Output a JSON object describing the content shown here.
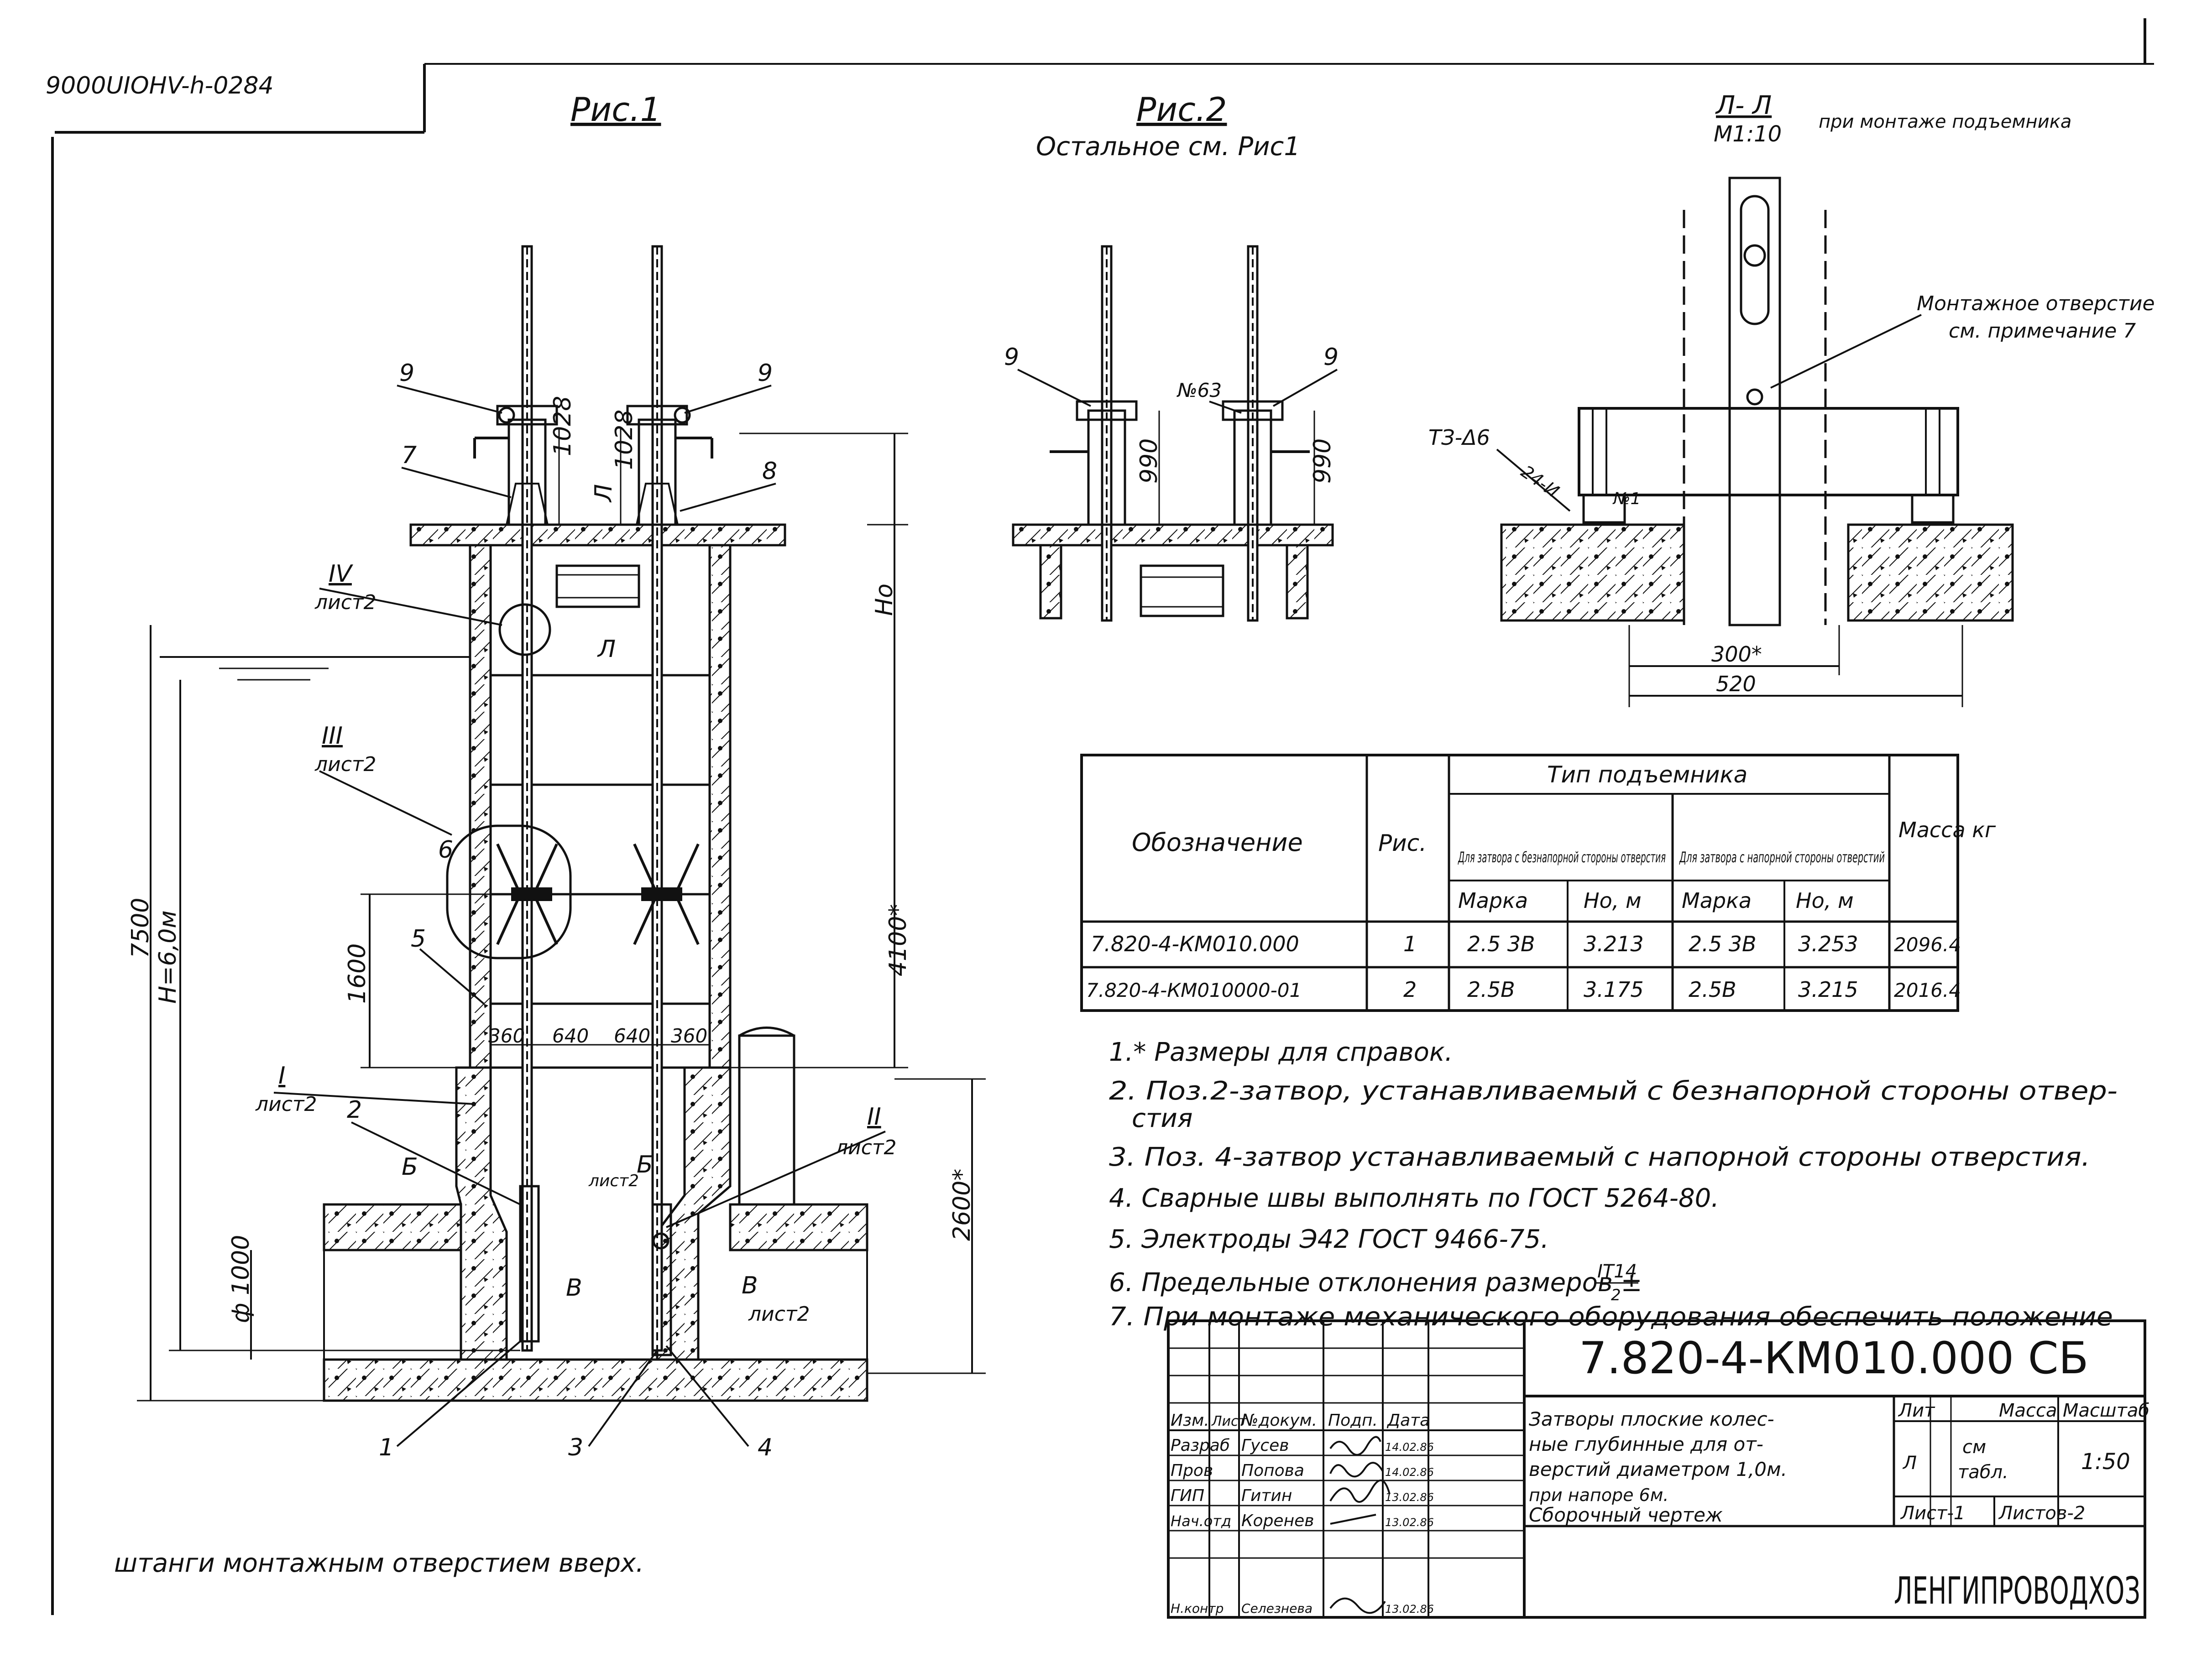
{
  "corner_code": "9000UIOHV-h-0284",
  "views": {
    "fig1": {
      "title": "Рис.1"
    },
    "fig2": {
      "title": "Рис.2",
      "subtitle": "Остальное см. Рис1"
    },
    "section": {
      "title": "Л- Л",
      "scale": "М1:10",
      "note": "при монтаже подъемника",
      "hole_label_1": "Монтажное отверстие",
      "hole_label_2": "см. примечание 7",
      "weld_label": "ТЗ-Δ6",
      "dim_300": "300*",
      "dim_520": "520",
      "weld_small": "24-И",
      "num1": "№1"
    }
  },
  "fig1_labels": {
    "pos9_left": "9",
    "pos9_right": "9",
    "pos7": "7",
    "pos8": "8",
    "dim_1028a": "1028",
    "dim_1028b": "1028",
    "sec_A": "Л",
    "sec_A2": "Л",
    "dim_Ho": "Но",
    "call_IV": "IV",
    "call_IV_sheet": "лист2",
    "call_III": "III",
    "call_III_sheet": "лист2",
    "pos6": "6",
    "pos5": "5",
    "dim_1600": "1600",
    "dim_4100": "4100*",
    "dim_360a": "360",
    "dim_640a": "640",
    "dim_640b": "640",
    "dim_360b": "360",
    "dim_7500": "7500",
    "dim_H": "Н=6,0м",
    "call_I": "I",
    "call_I_sheet": "лист2",
    "pos2": "2",
    "sec_B1": "Б",
    "sec_B2": "Б",
    "sec_B_sheet": "лист2",
    "call_II": "II",
    "call_II_sheet": "лист2",
    "dim_2600": "2600*",
    "dim_d1000": "ф 1000",
    "sec_V1": "В",
    "sec_V2": "В",
    "sec_V_sheet": "лист2",
    "pos1": "1",
    "pos3": "3",
    "pos4": "4"
  },
  "fig2_labels": {
    "pos9_left": "9",
    "pos9_right": "9",
    "weld": "№63",
    "dim_990a": "990",
    "dim_990b": "990"
  },
  "table": {
    "header_designation": "Обозначение",
    "header_fig": "Рис.",
    "header_type": "Тип подъемника",
    "header_sub1": "Для затвора с безнапорной стороны отверстия",
    "header_sub2": "Для затвора с напорной стороны отверстий",
    "header_mass": "Масса кг",
    "col_mark1": "Марка",
    "col_h1": "Но, м",
    "col_mark2": "Марка",
    "col_h2": "Но, м",
    "rows": [
      [
        "7.820-4-КМ010.000",
        "1",
        "2.5 3В",
        "3.213",
        "2.5 3В",
        "3.253",
        "2096.4"
      ],
      [
        "7.820-4-КМ010000-01",
        "2",
        "2.5В",
        "3.175",
        "2.5В",
        "3.215",
        "2016.4"
      ]
    ]
  },
  "notes": [
    "1.* Размеры для справок.",
    "2. Поз.2-затвор, устанавливаемый с безнапорной стороны отвер-",
    "стия",
    "3. Поз. 4-затвор устанавливаемый с напорной стороны отверстия.",
    "4. Сварные швы выполнять по ГОСТ 5264-80.",
    "5. Электроды Э42 ГОСТ 9466-75.",
    "6. Предельные отклонения размеров ±",
    "7. При монтаже механического оборудования обеспечить положение",
    "штанги     монтажным     отверстием     вверх."
  ],
  "tolerance": {
    "num": "IT14",
    "den": "2"
  },
  "title_block": {
    "code": "7.820-4-КМ010.000 СБ",
    "description": [
      "Затворы плоские колес-",
      "ные глубинные для от-",
      "верстий диаметром 1,0м.",
      "при напоре 6м.",
      "Сборочный чертеж"
    ],
    "hdr_lit": "Лит",
    "hdr_mass": "Масса",
    "hdr_scale": "Масштаб",
    "lit_val": "Л",
    "mass_val_1": "см",
    "mass_val_2": "табл.",
    "scale_val": "1:50",
    "sheet": "Лист-1",
    "sheets": "Листов-2",
    "org": "ЛЕНГИПРОВОДХОЗ",
    "cols": [
      "Изм.",
      "Лист",
      "№докум.",
      "Подп.",
      "Дата"
    ],
    "people": [
      [
        "Разраб",
        "Гусев",
        "14.02.86"
      ],
      [
        "Пров",
        "Попова",
        "14.02.86"
      ],
      [
        "ГИП",
        "Гитин",
        "13.02.86"
      ],
      [
        "Нач.отд",
        "Коренев",
        "13.02.86"
      ],
      [
        "Н.контр",
        "Селезнева",
        "13.02.86"
      ]
    ]
  }
}
